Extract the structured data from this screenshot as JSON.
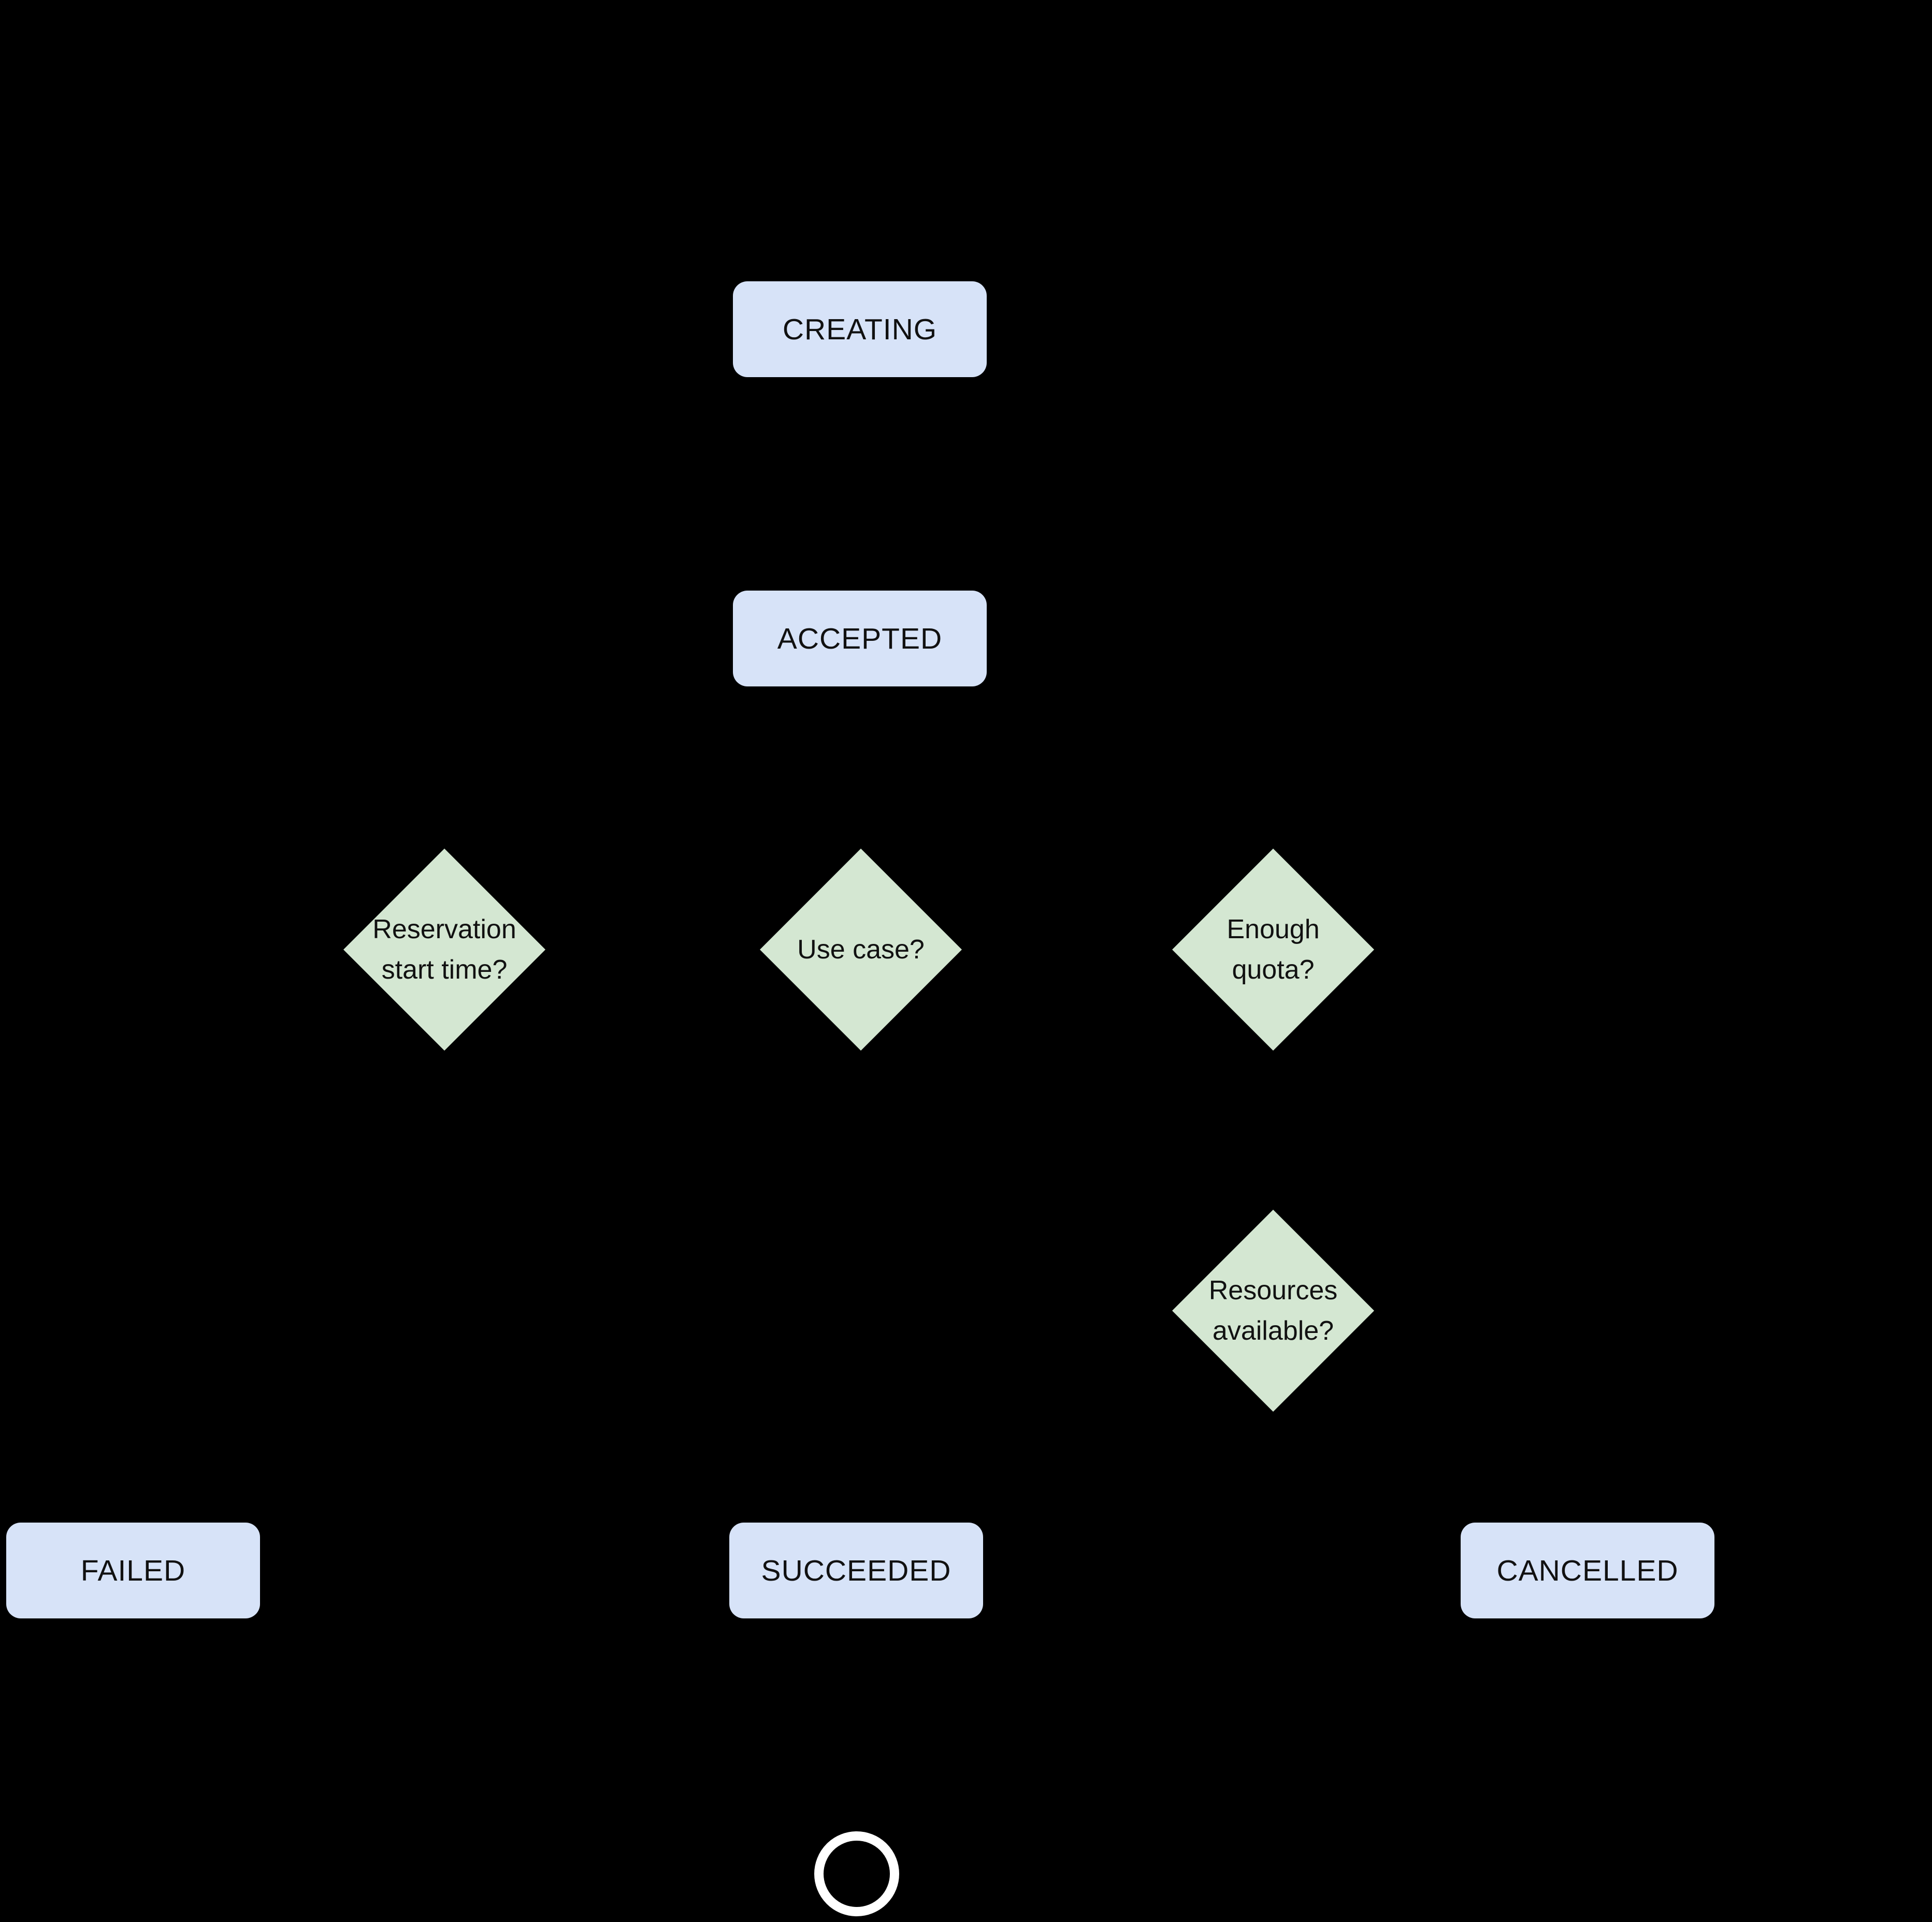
{
  "diagram": {
    "colors": {
      "background": "#000000",
      "state_fill": "#d7e3f8",
      "decision_fill": "#d4e7d2",
      "label_text": "#111111",
      "end_ring": "#ffffff"
    },
    "nodes": {
      "creating": {
        "type": "state",
        "label": "CREATING"
      },
      "accepted": {
        "type": "state",
        "label": "ACCEPTED"
      },
      "reservation_start_time": {
        "type": "decision",
        "lines": [
          "Reservation",
          "start time?"
        ]
      },
      "use_case": {
        "type": "decision",
        "lines": [
          "Use case?"
        ]
      },
      "enough_quota": {
        "type": "decision",
        "lines": [
          "Enough",
          "quota?"
        ]
      },
      "resources_available": {
        "type": "decision",
        "lines": [
          "Resources",
          "available?"
        ]
      },
      "failed": {
        "type": "state",
        "label": "FAILED"
      },
      "succeeded": {
        "type": "state",
        "label": "SUCCEEDED"
      },
      "cancelled": {
        "type": "state",
        "label": "CANCELLED"
      },
      "end": {
        "type": "terminal",
        "label": ""
      }
    }
  }
}
